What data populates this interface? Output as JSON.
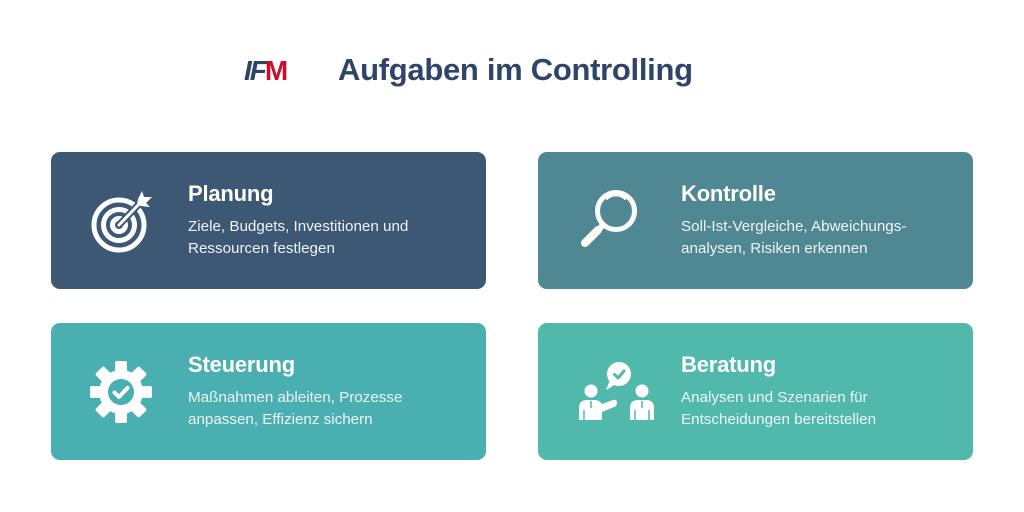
{
  "header": {
    "logo": {
      "part1": "I",
      "part2": "F",
      "part3": "M"
    },
    "title": "Aufgaben im Controlling"
  },
  "colors": {
    "title": "#2e4569",
    "logo_blue": "#2c4466",
    "logo_red": "#c8102e",
    "card_planung": "#3d5874",
    "card_kontrolle": "#4f8793",
    "card_steuerung": "#4aafb0",
    "card_beratung": "#50b9ab"
  },
  "cards": [
    {
      "icon": "target-icon",
      "title": "Planung",
      "description": "Ziele, Budgets, Investitionen und\nRessourcen festlegen"
    },
    {
      "icon": "magnifier-icon",
      "title": "Kontrolle",
      "description": "Soll-Ist-Vergleiche, Abweichungs-\nanalysen, Risiken erkennen"
    },
    {
      "icon": "gear-check-icon",
      "title": "Steuerung",
      "description": "Maßnahmen ableiten, Prozesse\nanpassen, Effizienz sichern"
    },
    {
      "icon": "consulting-people-icon",
      "title": "Beratung",
      "description": "Analysen und Szenarien für\nEntscheidungen bereitstellen"
    }
  ]
}
